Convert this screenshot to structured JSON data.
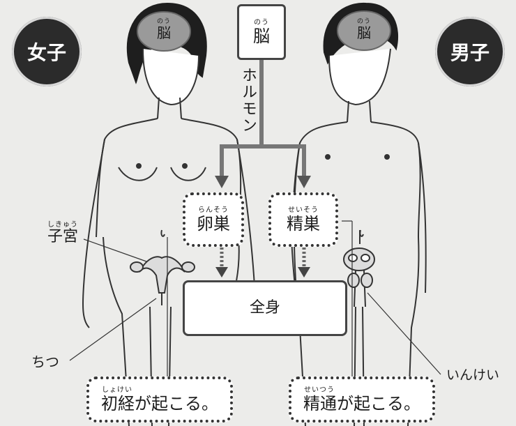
{
  "badges": {
    "female": "女子",
    "male": "男子"
  },
  "brain_box": {
    "ruby": "のう",
    "text": "脳"
  },
  "female_brain": {
    "ruby": "のう",
    "text": "脳"
  },
  "male_brain": {
    "ruby": "のう",
    "text": "脳"
  },
  "hormone_label": "ホルモン",
  "ovary_box": {
    "ruby": "らんそう",
    "text": "卵巣"
  },
  "testis_box": {
    "ruby": "せいそう",
    "text": "精巣"
  },
  "body_box": {
    "text": "全身"
  },
  "uterus_label": {
    "ruby": "しきゅう",
    "text": "子宮"
  },
  "vagina_label": "ちつ",
  "penis_label": "いんけい",
  "menarche_box": {
    "ruby": "しょけい",
    "text": "初経が起こる。"
  },
  "ejaculation_box": {
    "ruby": "せいつう",
    "text": "精通が起こる。"
  },
  "colors": {
    "badge": "#2b2b2b",
    "arrow": "#777777",
    "brain": "#9a9a9a",
    "hair": "#1e1e1e"
  }
}
